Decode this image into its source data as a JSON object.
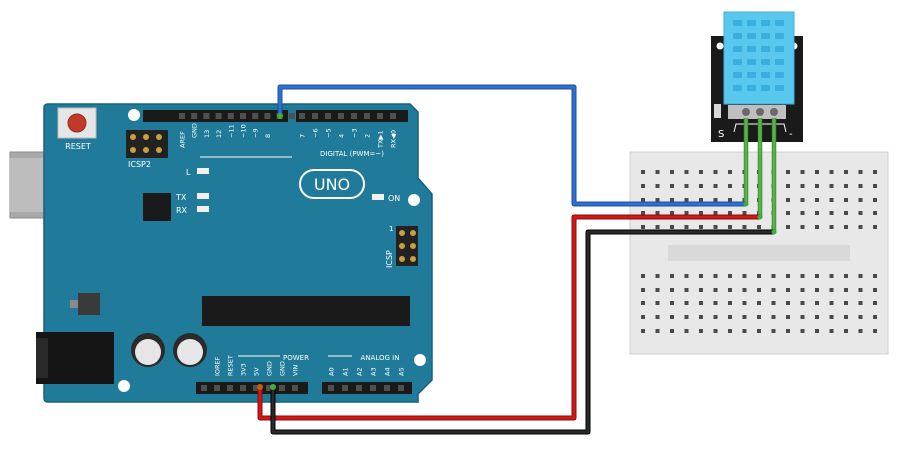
{
  "board": {
    "reset_label": "RESET",
    "icsp2_label": "ICSP2",
    "icsp_label": "ICSP",
    "icsp_pin1": "1",
    "logo": "UNO",
    "on_label": "ON",
    "led_l": "L",
    "led_tx": "TX",
    "led_rx": "RX",
    "digital_label": "DIGITAL (PWM=~)",
    "power_label": "POWER",
    "analog_label": "ANALOG IN",
    "top_pins": [
      "AREF",
      "GND",
      "13",
      "12",
      "~11",
      "~10",
      "~9",
      "8",
      "7",
      "~6",
      "~5",
      "4",
      "~3",
      "2",
      "TX▶1",
      "RX◀0"
    ],
    "power_pins": [
      "IOREF",
      "RESET",
      "3V3",
      "5V",
      "GND",
      "GND",
      "VIN"
    ],
    "analog_pins": [
      "A0",
      "A1",
      "A2",
      "A3",
      "A4",
      "A5"
    ]
  },
  "sensor": {
    "pin_s": "S",
    "pin_minus": "-",
    "side_mark": "H"
  },
  "colors": {
    "board": "#1f7b99",
    "wire_signal": "#2f6fd0",
    "wire_power": "#d01818",
    "wire_ground": "#1a1a1a",
    "wire_sensor": "#5ab04a",
    "breadboard": "#e8e8e8",
    "sensor_body": "#58c8ee"
  }
}
